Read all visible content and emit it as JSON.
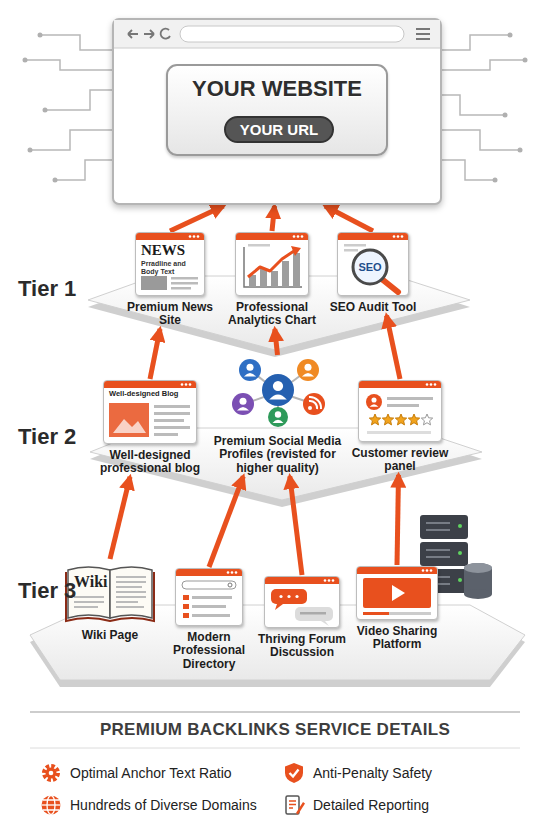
{
  "diagram": {
    "title": "PREMIUM BACKLINKS SERVICE DETAILS",
    "nodes": [
      {
        "text": [
          "YOUR WEBSITE"
        ]
      },
      {
        "text": [
          "YOUR URL"
        ],
        "in": 0
      },
      {
        "text": [
          "NEWS",
          "Prradline and Body Text",
          "Premium News Site"
        ]
      },
      {
        "text": [
          "Professional Analytics Chart"
        ]
      },
      {
        "text": [
          "SEO",
          "SEO Audit Tool"
        ]
      },
      {
        "text": [
          "Well-designed Blog",
          "Well-designed professional blog"
        ]
      },
      {
        "text": [
          "Premium Social Media Profiles (revisted for higher quality)"
        ]
      },
      {
        "text": [
          "Customer review panel"
        ]
      },
      {
        "text": [
          "Wiki",
          "Wiki Page"
        ]
      },
      {
        "text": [
          "Modern Professional Directory"
        ]
      },
      {
        "text": [
          "Thriving Forum Discussion"
        ]
      },
      {
        "text": [
          "Video Sharing Platform"
        ]
      }
    ],
    "edges": [
      {
        "from": 2,
        "to": 0,
        "arrow": "to"
      },
      {
        "from": 3,
        "to": 0,
        "arrow": "to"
      },
      {
        "from": 4,
        "to": 0,
        "arrow": "to"
      },
      {
        "from": 5,
        "to": 2,
        "arrow": "to"
      },
      {
        "from": 6,
        "to": 3,
        "arrow": "to"
      },
      {
        "from": 7,
        "to": 4,
        "arrow": "to"
      },
      {
        "from": 8,
        "to": 5,
        "arrow": "to"
      },
      {
        "from": 9,
        "to": 6,
        "arrow": "to"
      },
      {
        "from": 10,
        "to": 6,
        "arrow": "to"
      },
      {
        "from": 11,
        "to": 7,
        "arrow": "to"
      }
    ],
    "labels": [
      "Tier 1",
      "Tier 2",
      "Tier 3"
    ],
    "legend": [
      {
        "text": "Optimal Anchor Text Ratio"
      },
      {
        "text": "Anti-Penalty Safety"
      },
      {
        "text": "Hundreds of Diverse Domains"
      },
      {
        "text": "Detailed Reporting"
      }
    ]
  }
}
